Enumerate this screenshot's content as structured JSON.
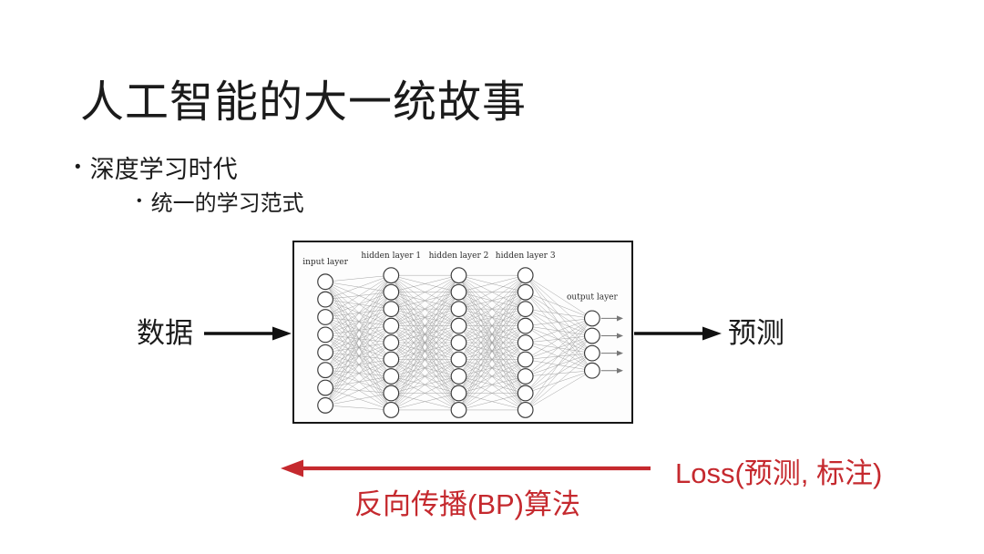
{
  "slide": {
    "title": "人工智能的大一统故事",
    "bullet_marker": "•",
    "bullet": "深度学习时代",
    "sub_bullet": "统一的学习范式"
  },
  "flow": {
    "input_label": "数据",
    "output_label": "预测",
    "loss_label": "Loss(预测, 标注)",
    "backprop_label": "反向传播(BP)算法"
  },
  "network": {
    "layer_labels": [
      "input layer",
      "hidden layer 1",
      "hidden layer 2",
      "hidden layer 3",
      "output layer"
    ],
    "layer_sizes": [
      8,
      9,
      9,
      9,
      4
    ],
    "edge_color": "#9a9a9a",
    "node_fill": "#ffffff",
    "node_stroke": "#3a3a3a",
    "output_arrow_color": "#777777"
  },
  "colors": {
    "accent_red": "#c5292e",
    "text_black": "#1b1b1b",
    "arrow_black": "#111111"
  }
}
